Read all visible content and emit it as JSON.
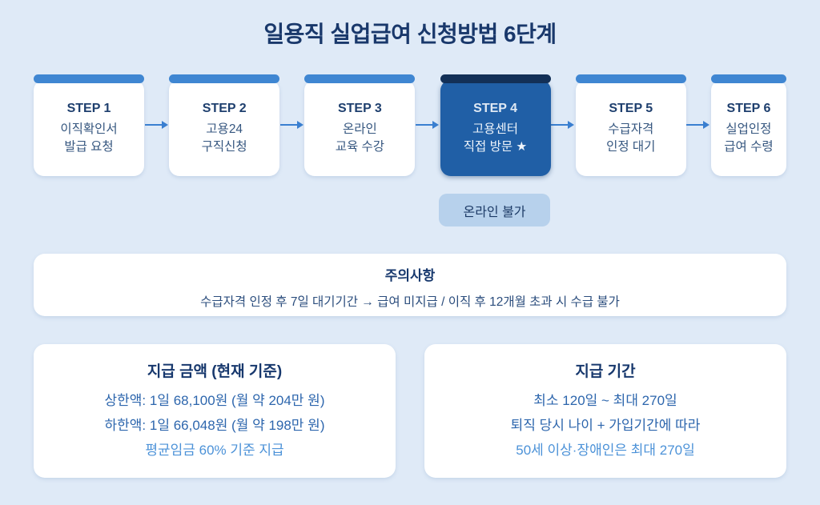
{
  "title": "일용직 실업급여 신청방법 6단계",
  "steps": [
    {
      "step": "STEP 1",
      "line1": "이직확인서",
      "line2": "발급 요청",
      "highlighted": false
    },
    {
      "step": "STEP 2",
      "line1": "고용24",
      "line2": "구직신청",
      "highlighted": false
    },
    {
      "step": "STEP 3",
      "line1": "온라인",
      "line2": "교육 수강",
      "highlighted": false
    },
    {
      "step": "STEP 4",
      "line1": "고용센터",
      "line2": "직접 방문 ★",
      "highlighted": true
    },
    {
      "step": "STEP 5",
      "line1": "수급자격",
      "line2": "인정 대기",
      "highlighted": false
    },
    {
      "step": "STEP 6",
      "line1": "실업인정",
      "line2": "급여 수령",
      "highlighted": false
    }
  ],
  "step4_badge": "온라인 불가",
  "notice": {
    "title": "주의사항",
    "body": "수급자격 인정 후 7일 대기기간 → 급여 미지급 / 이직 후 12개월 초과 시 수급 불가"
  },
  "payment_amount": {
    "title": "지급 금액 (현재 기준)",
    "line1": "상한액: 1일 68,100원 (월 약 204만 원)",
    "line2": "하한액: 1일 66,048원 (월 약 198만 원)",
    "line3": "평균임금 60% 기준 지급"
  },
  "payment_period": {
    "title": "지급 기간",
    "line1": "최소 120일 ~ 최대 270일",
    "line2": "퇴직 당시 나이 + 가입기간에 따라",
    "line3": "50세 이상·장애인은 최대 270일"
  },
  "colors": {
    "background": "#dfeaf7",
    "card_top_bar": "#3f86d2",
    "highlight_top_bar": "#133057",
    "highlight_body": "#205fa6",
    "arrow": "#3a7fd0",
    "badge_background": "#b7d1ec",
    "heading_navy": "#17386d",
    "step_text": "#35567f",
    "body_blue": "#2d66ad",
    "accent_blue": "#4c92d8"
  }
}
